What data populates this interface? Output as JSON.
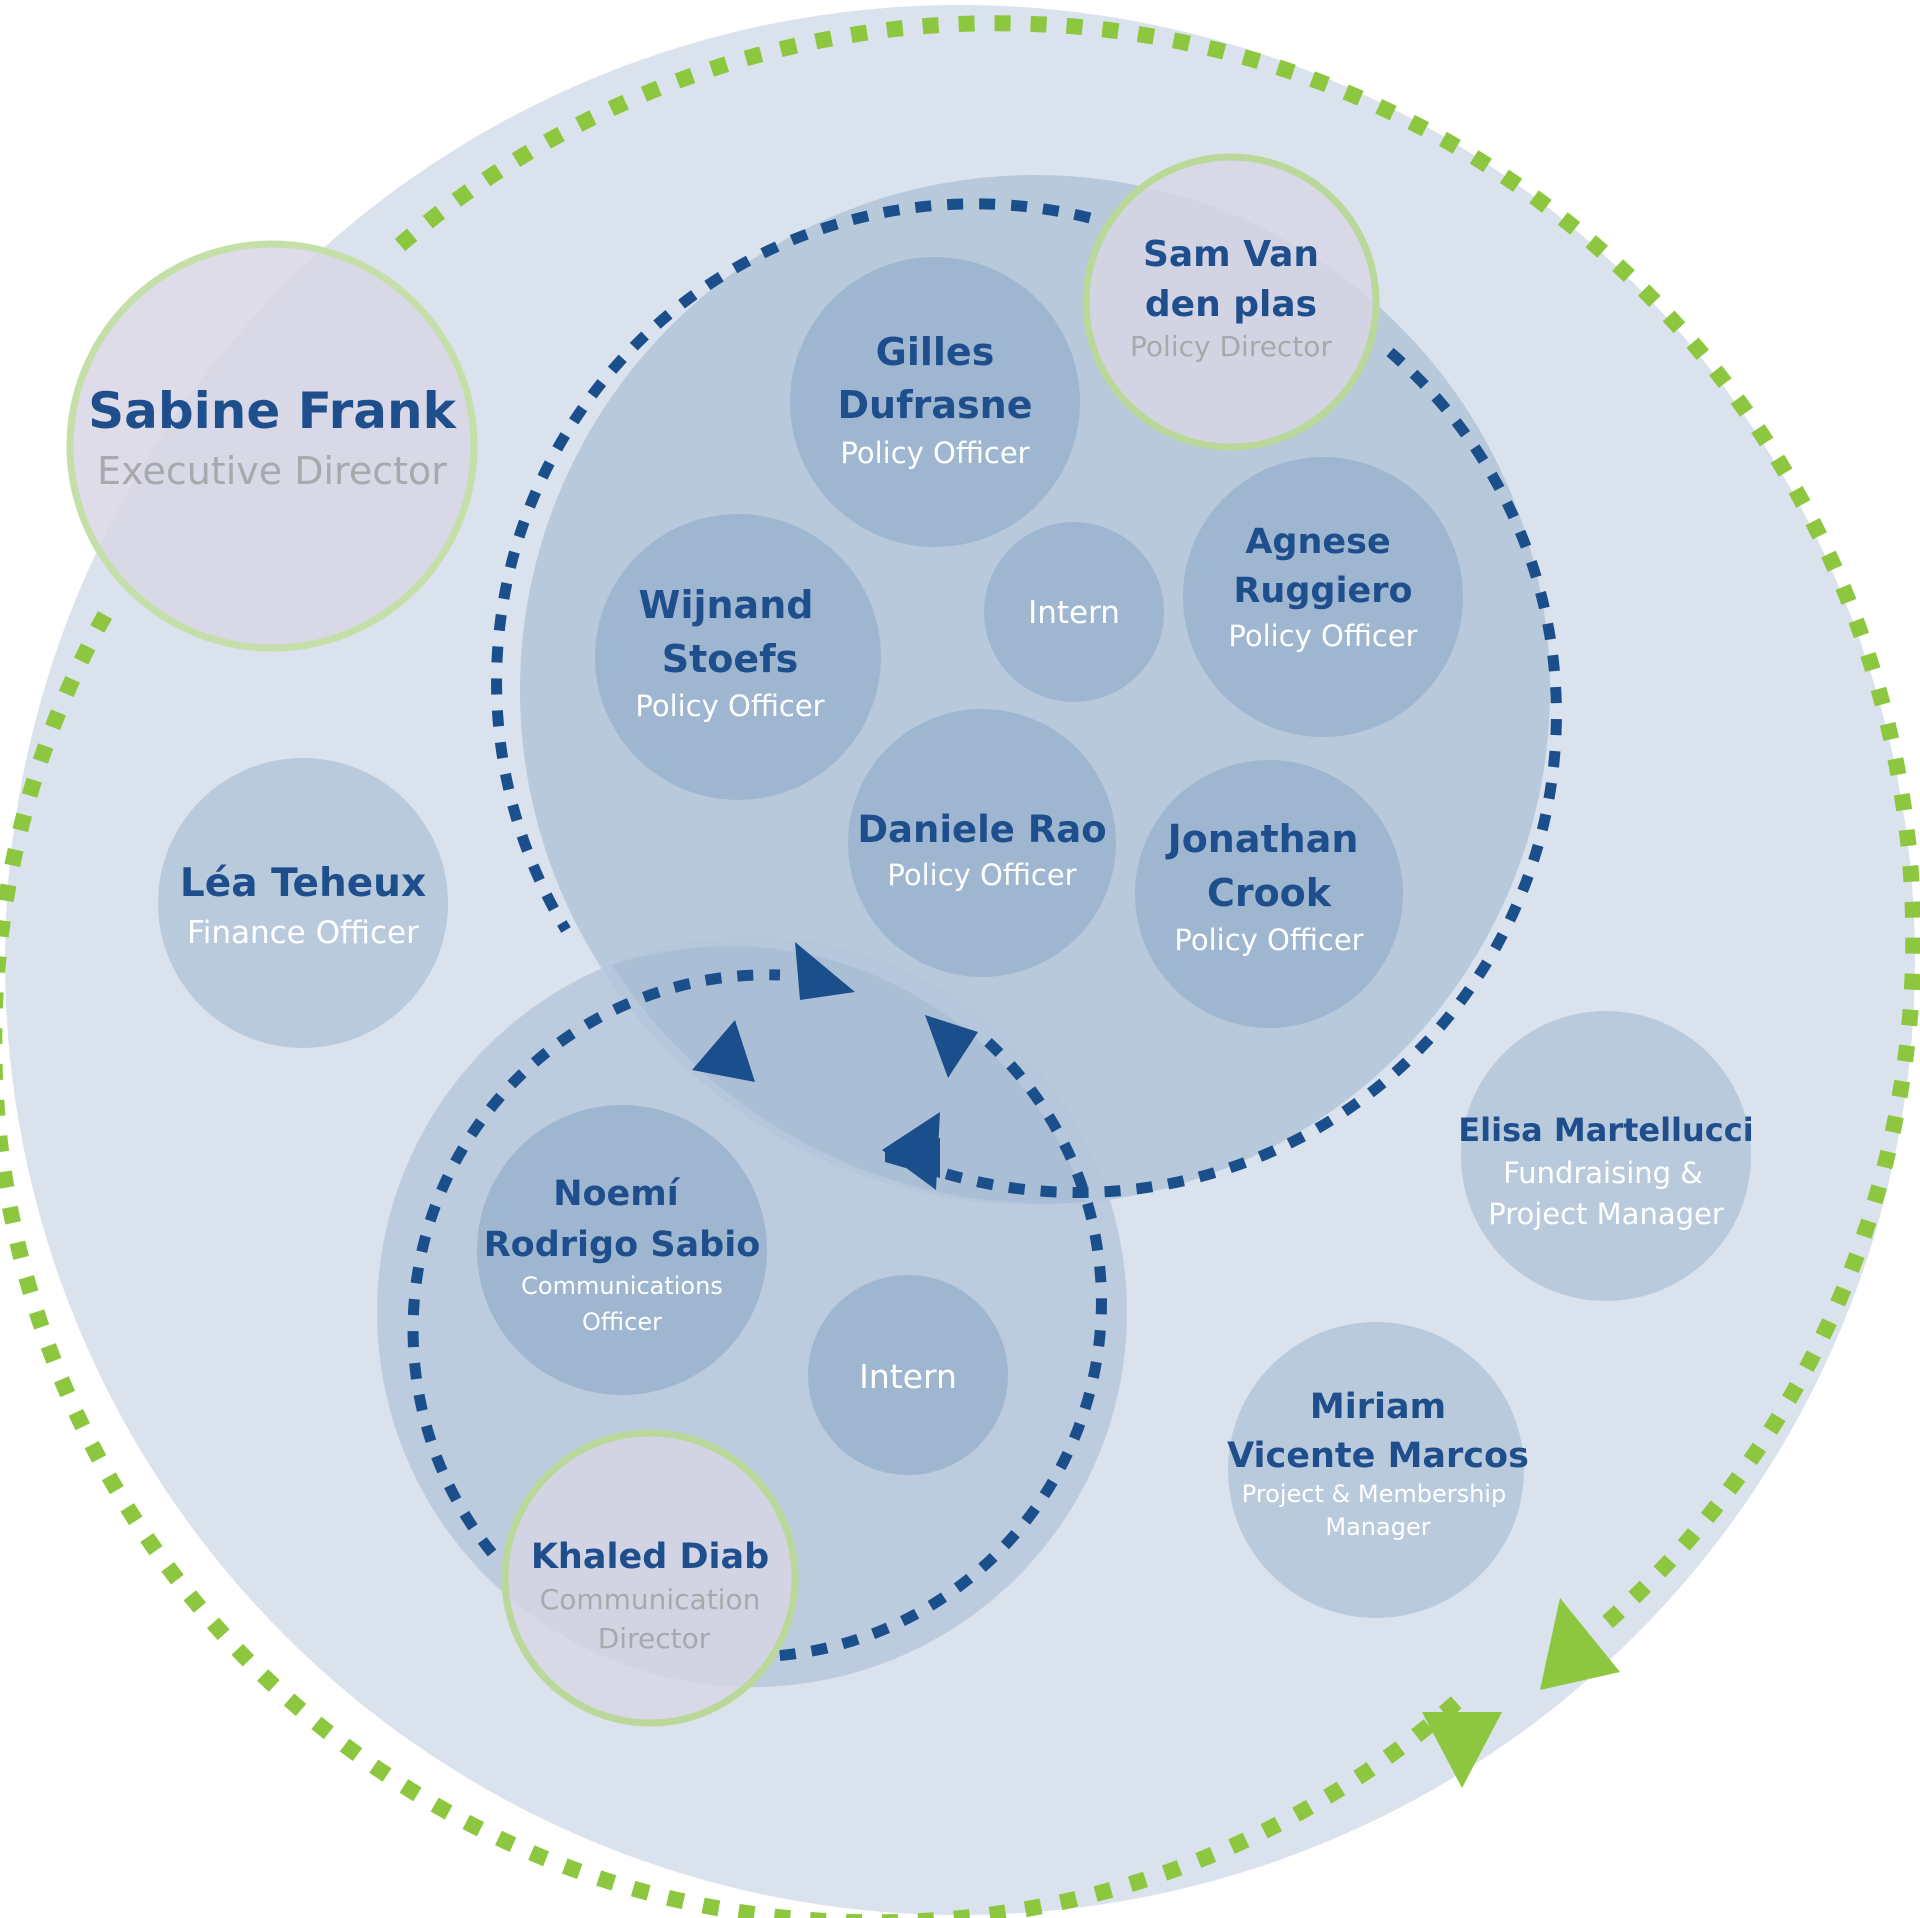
{
  "colors": {
    "outer": "#dae2ed",
    "policy_team": "#b8c9db",
    "comm_team": "#b6c7da",
    "member": "#9fb6d0",
    "member_light": "#b9cadc",
    "director": "#d7d6e4",
    "green": "#8dc63f",
    "green_ring": "#b9d89a",
    "blue_arrow": "#1a4f8c",
    "name_text": "#1e4e8c",
    "role_text_light": "#ffffff",
    "role_text_grey": "#a7a9ac"
  },
  "director": {
    "name": "Sabine Frank",
    "role": "Executive Director"
  },
  "policy_team": {
    "director": {
      "name_line1": "Sam Van",
      "name_line2": "den plas",
      "role": "Policy Director"
    },
    "members": [
      {
        "name_line1": "Gilles",
        "name_line2": "Dufrasne",
        "role": "Policy Officer"
      },
      {
        "name_line1": "Wijnand",
        "name_line2": "Stoefs",
        "role": "Policy Officer"
      },
      {
        "name_line1": "Agnese",
        "name_line2": "Ruggiero",
        "role": "Policy Officer"
      },
      {
        "name_line1": "Daniele Rao",
        "role": "Policy Officer"
      },
      {
        "name_line1": "Jonathan",
        "name_line2": "Crook",
        "role": "Policy Officer"
      }
    ],
    "intern": "Intern"
  },
  "comm_team": {
    "director": {
      "name": "Khaled Diab",
      "role_line1": "Communication",
      "role_line2": "Director"
    },
    "member": {
      "name_line1": "Noemí",
      "name_line2": "Rodrigo Sabio",
      "role_line1": "Communications",
      "role_line2": "Officer"
    },
    "intern": "Intern"
  },
  "others": {
    "finance": {
      "name": "Léa Teheux",
      "role": "Finance Officer"
    },
    "fundraising": {
      "name": "Elisa Martellucci",
      "role_line1": "Fundraising &",
      "role_line2": "Project Manager"
    },
    "membership": {
      "name_line1": "Miriam",
      "name_line2": "Vicente Marcos",
      "role_line1": "Project & Membership",
      "role_line2": "Manager"
    }
  }
}
